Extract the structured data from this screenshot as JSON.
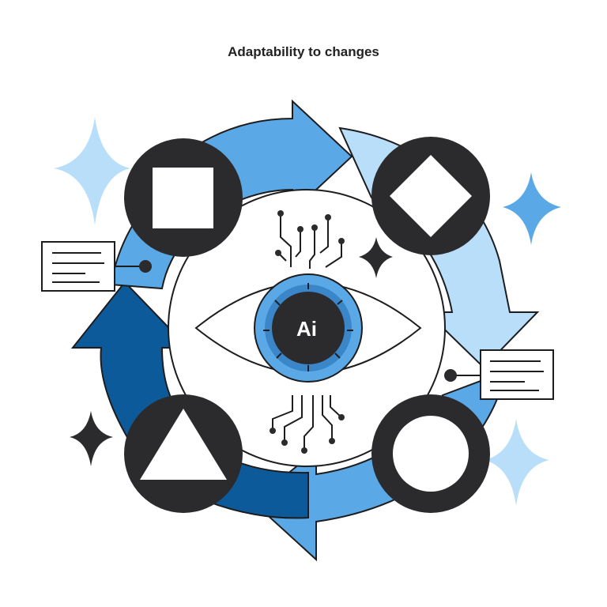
{
  "title": "Adaptability to changes",
  "center_label": "Ai",
  "colors": {
    "dark": "#2b2b2d",
    "dark_blue": "#0d5a9a",
    "mid_blue": "#5aa9e6",
    "light_blue": "#b8defa",
    "pale_blue": "#cfe8fb",
    "outline": "#1d1d1f"
  },
  "shapes": [
    "square",
    "diamond",
    "circle",
    "triangle"
  ],
  "icons": [
    "eye-icon",
    "circuit-icon",
    "sparkle-icon",
    "note-card-icon"
  ]
}
